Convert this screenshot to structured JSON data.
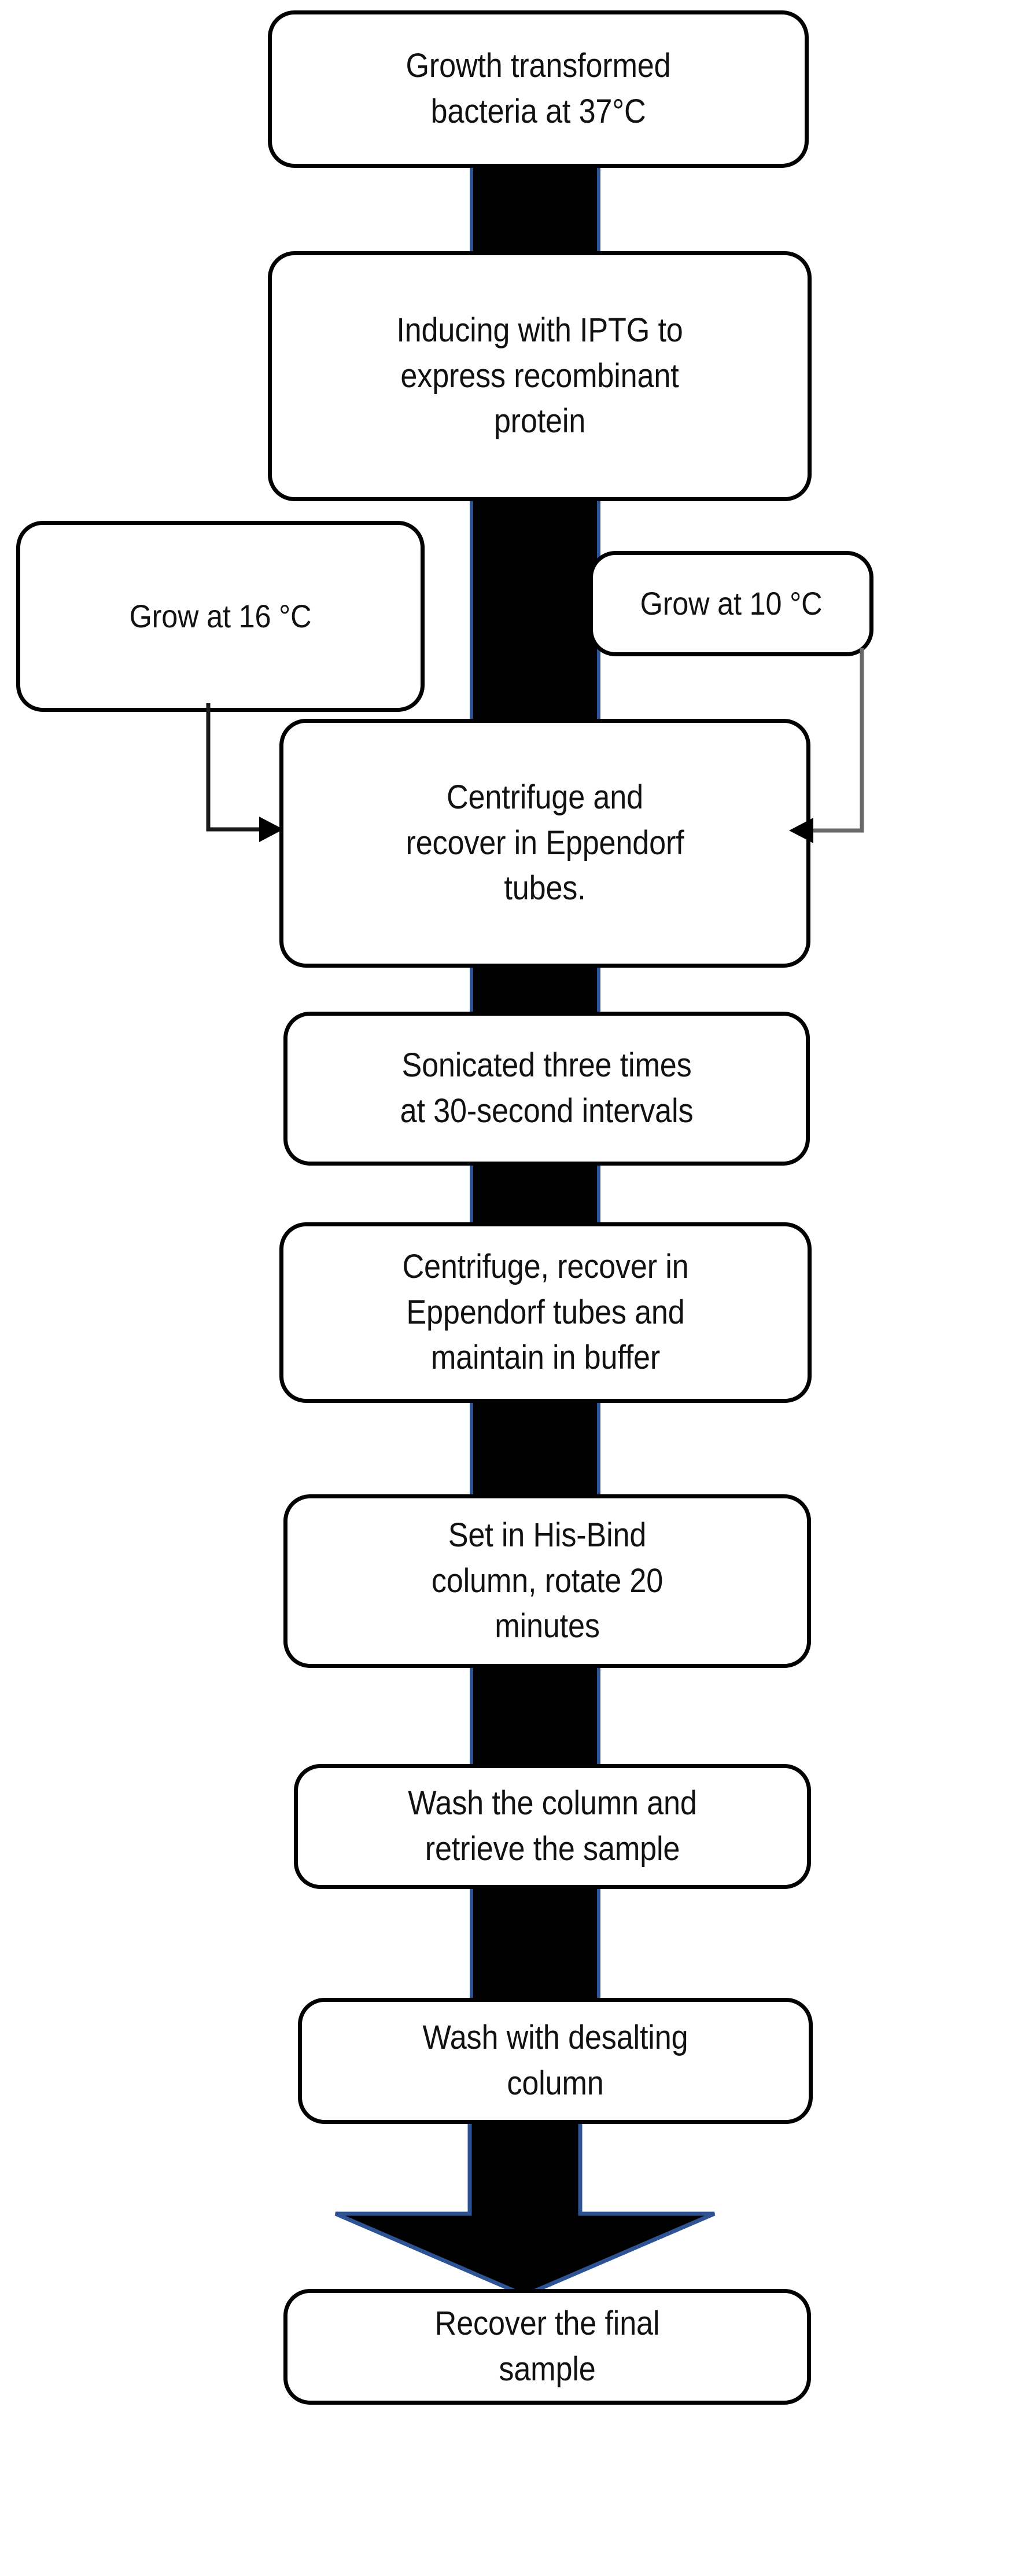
{
  "diagram": {
    "title": "Recombinant protein expression and purification workflow",
    "type": "flowchart",
    "orientation": "vertical",
    "colors": {
      "box_border": "#000000",
      "box_fill": "#ffffff",
      "connector_fill": "#000000",
      "connector_border": "#2E5395",
      "text": "#111111",
      "background": "#ffffff"
    }
  },
  "nodes": {
    "main": [
      {
        "id": "growth",
        "text": "Growth transformed\nbacteria at 37°C"
      },
      {
        "id": "induce",
        "text": "Inducing with IPTG to\nexpress recombinant\nprotein"
      },
      {
        "id": "centrifuge1",
        "text": "Centrifuge and\nrecover in Eppendorf\ntubes."
      },
      {
        "id": "sonicate",
        "text": "Sonicated three times\nat 30-second intervals"
      },
      {
        "id": "centrifuge2",
        "text": "Centrifuge, recover in\nEppendorf tubes and\nmaintain in buffer"
      },
      {
        "id": "hisbind",
        "text": "Set in His-Bind\ncolumn, rotate 20\nminutes"
      },
      {
        "id": "washcolumn",
        "text": "Wash the column and\nretrieve the sample"
      },
      {
        "id": "desalting",
        "text": "Wash with desalting\ncolumn"
      },
      {
        "id": "recover",
        "text": "Recover the final\nsample"
      }
    ],
    "side": [
      {
        "id": "grow16",
        "text": "Grow at 16 °C",
        "position": "left"
      },
      {
        "id": "grow10",
        "text": "Grow at 10 °C",
        "position": "right"
      }
    ]
  },
  "edges": [
    {
      "from": "growth",
      "to": "induce",
      "style": "thick-bar"
    },
    {
      "from": "induce",
      "to": "centrifuge1",
      "style": "thick-bar"
    },
    {
      "from": "grow16",
      "to": "centrifuge1",
      "style": "thin-elbow-arrow"
    },
    {
      "from": "grow10",
      "to": "centrifuge1",
      "style": "thin-elbow-arrow"
    },
    {
      "from": "centrifuge1",
      "to": "sonicate",
      "style": "thick-bar"
    },
    {
      "from": "sonicate",
      "to": "centrifuge2",
      "style": "thick-bar"
    },
    {
      "from": "centrifuge2",
      "to": "hisbind",
      "style": "thick-bar"
    },
    {
      "from": "hisbind",
      "to": "washcolumn",
      "style": "thick-bar"
    },
    {
      "from": "washcolumn",
      "to": "desalting",
      "style": "thick-bar"
    },
    {
      "from": "desalting",
      "to": "recover",
      "style": "block-arrow"
    }
  ]
}
